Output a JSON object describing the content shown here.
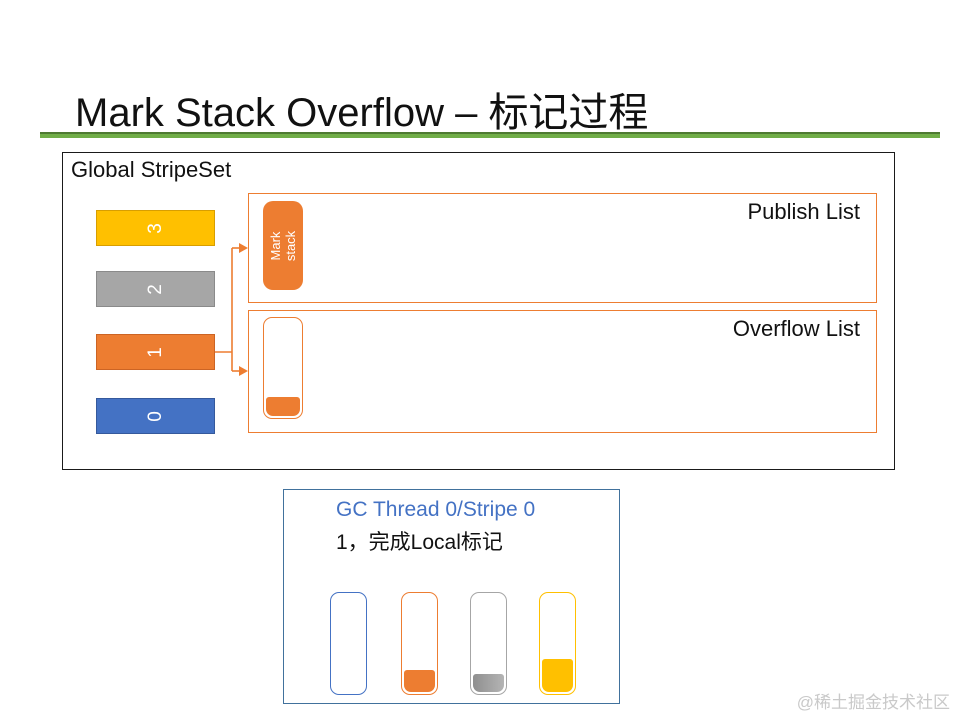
{
  "slide": {
    "title": "Mark Stack Overflow – 标记过程",
    "watermark": "@稀土掘金技术社区"
  },
  "global_stripeset": {
    "label": "Global StripeSet",
    "stripes": [
      {
        "id": "3",
        "color": "#FFC000"
      },
      {
        "id": "2",
        "color": "#A6A6A6"
      },
      {
        "id": "1",
        "color": "#ED7D31"
      },
      {
        "id": "0",
        "color": "#4472C4"
      }
    ],
    "publish_list": {
      "label": "Publish List",
      "mark_stack_label": "Mark stack",
      "mark_stack_color": "#ED7D31"
    },
    "overflow_list": {
      "label": "Overflow List",
      "buffer_fill_percent": 19,
      "buffer_color": "#ED7D31"
    },
    "connector_color": "#ED7D31",
    "connector_from_stripe": "1"
  },
  "gc_thread": {
    "title": "GC Thread 0/Stripe 0",
    "subtitle": "1，完成Local标记",
    "title_color": "#4472C4",
    "slots": [
      {
        "name": "stripe-0-buffer",
        "color": "#4472C4",
        "fill_percent": 0
      },
      {
        "name": "stripe-1-buffer",
        "color": "#ED7D31",
        "fill_percent": 22
      },
      {
        "name": "stripe-2-buffer",
        "color": "#A6A6A6",
        "fill_percent": 18
      },
      {
        "name": "stripe-3-buffer",
        "color": "#FFC000",
        "fill_percent": 33
      }
    ]
  },
  "colors": {
    "title_rule_green": "#70AD47",
    "panel_border_black": "#1a1a1a",
    "list_border_orange": "#ED7D31",
    "gc_panel_border": "#41719C",
    "watermark_gray": "#C9C9C9"
  }
}
